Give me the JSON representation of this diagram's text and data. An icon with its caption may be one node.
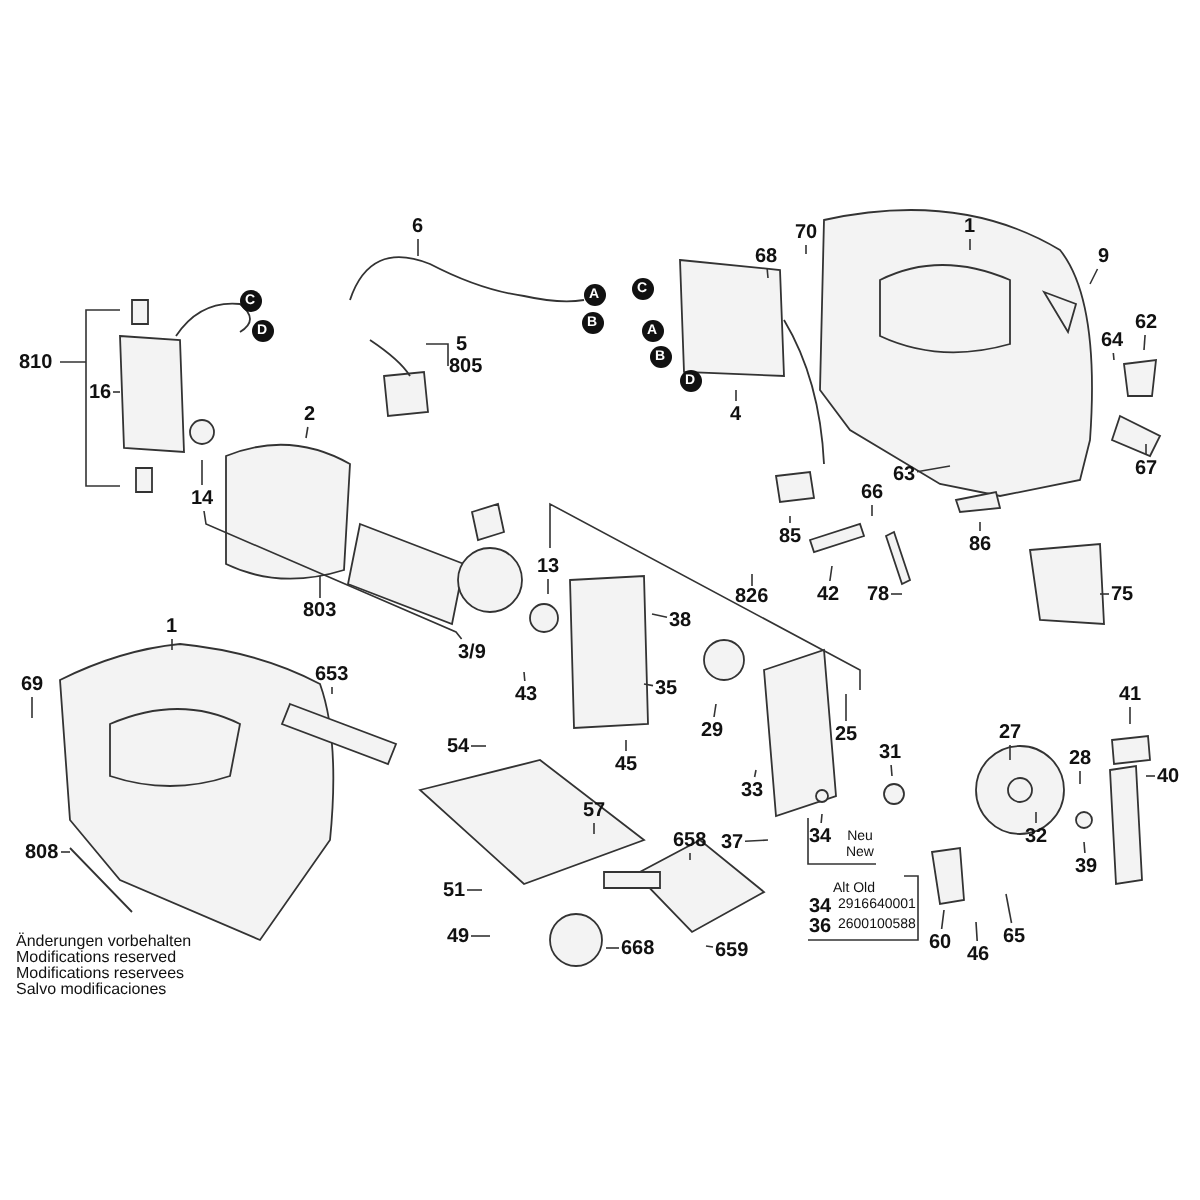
{
  "diagram": {
    "nodes": [
      {
        "text": [
          "6"
        ]
      },
      {
        "text": [
          "70"
        ]
      },
      {
        "text": [
          "1"
        ]
      },
      {
        "text": [
          "68"
        ]
      },
      {
        "text": [
          "9"
        ]
      },
      {
        "text": [
          "62"
        ]
      },
      {
        "text": [
          "64"
        ]
      },
      {
        "text": [
          "16"
        ]
      },
      {
        "text": [
          "2"
        ]
      },
      {
        "text": [
          "4"
        ]
      },
      {
        "text": [
          "14"
        ]
      },
      {
        "text": [
          "67"
        ]
      },
      {
        "text": [
          "63"
        ]
      },
      {
        "text": [
          "66"
        ]
      },
      {
        "text": [
          "85"
        ]
      },
      {
        "text": [
          "13"
        ]
      },
      {
        "text": [
          "86"
        ]
      },
      {
        "text": [
          "42"
        ]
      },
      {
        "text": [
          "78"
        ]
      },
      {
        "text": [
          "75"
        ]
      },
      {
        "text": [
          "38"
        ]
      },
      {
        "text": [
          "3/9"
        ]
      },
      {
        "text": [
          "1"
        ]
      },
      {
        "text": [
          "653"
        ]
      },
      {
        "text": [
          "69"
        ]
      },
      {
        "text": [
          "43"
        ]
      },
      {
        "text": [
          "41"
        ]
      },
      {
        "text": [
          "35"
        ]
      },
      {
        "text": [
          "25"
        ]
      },
      {
        "text": [
          "27"
        ]
      },
      {
        "text": [
          "31"
        ]
      },
      {
        "text": [
          "54"
        ]
      },
      {
        "text": [
          "28"
        ]
      },
      {
        "text": [
          "29"
        ]
      },
      {
        "text": [
          "45"
        ]
      },
      {
        "text": [
          "40"
        ]
      },
      {
        "text": [
          "33"
        ]
      },
      {
        "text": [
          "37"
        ]
      },
      {
        "text": [
          "57"
        ]
      },
      {
        "text": [
          "32"
        ]
      },
      {
        "text": [
          "34"
        ]
      },
      {
        "text": [
          "658"
        ]
      },
      {
        "text": [
          "808"
        ]
      },
      {
        "text": [
          "39"
        ]
      },
      {
        "text": [
          "60"
        ]
      },
      {
        "text": [
          "51"
        ]
      },
      {
        "text": [
          "65"
        ]
      },
      {
        "text": [
          "49"
        ]
      },
      {
        "text": [
          "659"
        ]
      },
      {
        "text": [
          "668"
        ]
      },
      {
        "text": [
          "46"
        ]
      }
    ],
    "edges": [
      {
        "from": 0,
        "to": null,
        "arrow": "none"
      },
      {
        "from": 1,
        "to": null,
        "arrow": "none"
      },
      {
        "from": 2,
        "to": null,
        "arrow": "none"
      },
      {
        "from": 3,
        "to": null,
        "arrow": "none"
      },
      {
        "from": 4,
        "to": null,
        "arrow": "none"
      },
      {
        "from": 5,
        "to": null,
        "arrow": "none"
      },
      {
        "from": 6,
        "to": null,
        "arrow": "none"
      },
      {
        "from": 7,
        "to": null,
        "arrow": "none"
      },
      {
        "from": 8,
        "to": null,
        "arrow": "none"
      },
      {
        "from": 9,
        "to": null,
        "arrow": "none"
      },
      {
        "from": 10,
        "to": null,
        "arrow": "none"
      },
      {
        "from": 11,
        "to": null,
        "arrow": "none"
      },
      {
        "from": 12,
        "to": null,
        "arrow": "none"
      },
      {
        "from": 13,
        "to": null,
        "arrow": "none"
      },
      {
        "from": 14,
        "to": null,
        "arrow": "none"
      },
      {
        "from": 15,
        "to": null,
        "arrow": "none"
      },
      {
        "from": 16,
        "to": null,
        "arrow": "none"
      },
      {
        "from": 17,
        "to": null,
        "arrow": "none"
      },
      {
        "from": 18,
        "to": null,
        "arrow": "none"
      },
      {
        "from": 19,
        "to": null,
        "arrow": "none"
      },
      {
        "from": 20,
        "to": null,
        "arrow": "none"
      },
      {
        "from": 10,
        "to": 21,
        "arrow": "none"
      },
      {
        "from": 22,
        "to": null,
        "arrow": "none"
      },
      {
        "from": 23,
        "to": null,
        "arrow": "none"
      },
      {
        "from": 24,
        "to": null,
        "arrow": "none"
      },
      {
        "from": 25,
        "to": null,
        "arrow": "none"
      },
      {
        "from": 26,
        "to": null,
        "arrow": "none"
      },
      {
        "from": 27,
        "to": null,
        "arrow": "none"
      },
      {
        "from": 28,
        "to": null,
        "arrow": "none"
      },
      {
        "from": 29,
        "to": null,
        "arrow": "none"
      },
      {
        "from": 30,
        "to": null,
        "arrow": "none"
      },
      {
        "from": 31,
        "to": null,
        "arrow": "none"
      },
      {
        "from": 32,
        "to": null,
        "arrow": "none"
      },
      {
        "from": 33,
        "to": null,
        "arrow": "none"
      },
      {
        "from": 34,
        "to": null,
        "arrow": "none"
      },
      {
        "from": 35,
        "to": null,
        "arrow": "none"
      },
      {
        "from": 36,
        "to": null,
        "arrow": "none"
      },
      {
        "from": 37,
        "to": null,
        "arrow": "none"
      },
      {
        "from": 38,
        "to": null,
        "arrow": "none"
      },
      {
        "from": 39,
        "to": null,
        "arrow": "none"
      },
      {
        "from": 40,
        "to": null,
        "arrow": "none"
      },
      {
        "from": 41,
        "to": null,
        "arrow": "none"
      },
      {
        "from": 42,
        "to": null,
        "arrow": "none"
      },
      {
        "from": 43,
        "to": null,
        "arrow": "none"
      },
      {
        "from": 44,
        "to": null,
        "arrow": "none"
      },
      {
        "from": 45,
        "to": null,
        "arrow": "none"
      },
      {
        "from": 46,
        "to": null,
        "arrow": "none"
      },
      {
        "from": 47,
        "to": null,
        "arrow": "none"
      },
      {
        "from": 48,
        "to": null,
        "arrow": "none"
      },
      {
        "from": 49,
        "to": null,
        "arrow": "none"
      },
      {
        "from": 50,
        "to": null,
        "arrow": "none"
      }
    ],
    "labels": [
      "C",
      "D",
      "A",
      "B",
      "C",
      "A",
      "B",
      "D",
      "810",
      "5",
      "805",
      "803",
      "826",
      "Neu New",
      "Alt Old",
      "34",
      "2916640001",
      "36",
      "2600100588",
      "Änderungen vorbehalten",
      "Modifications reserved",
      "Modifications reservees",
      "Salvo modificaciones"
    ]
  }
}
